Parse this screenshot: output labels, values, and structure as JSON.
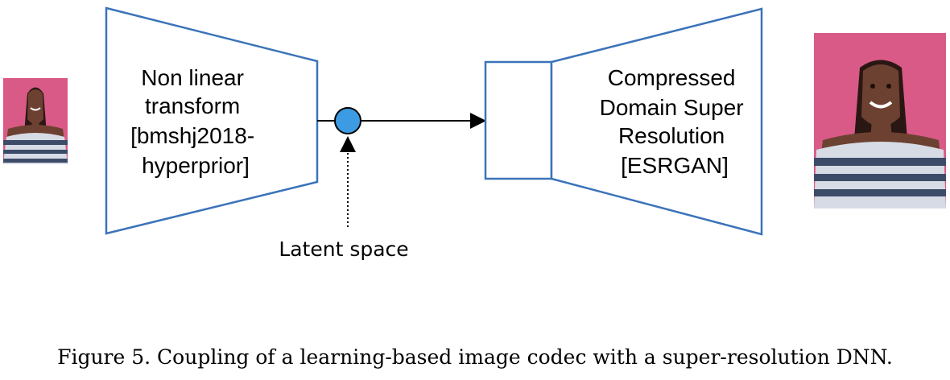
{
  "diagram": {
    "encoder": {
      "label_lines": [
        "Non linear",
        "transform",
        "[bmshj2018-",
        "hyperprior]"
      ]
    },
    "latent": {
      "label": "Latent space"
    },
    "decoder": {
      "label_lines": [
        "Compressed",
        "Domain Super",
        "Resolution",
        "[ESRGAN]"
      ]
    },
    "input_photo": {
      "description": "small photo of a woman against a pink background"
    },
    "output_photo": {
      "description": "large photo of a woman against a pink background"
    },
    "colors": {
      "block_stroke": "#3b73b9",
      "latent_node_fill": "#3d9be3",
      "photo_background": "#d95a86",
      "arrow": "#000000"
    }
  },
  "caption": "Figure 5. Coupling of a learning-based image codec with a super-resolution DNN."
}
